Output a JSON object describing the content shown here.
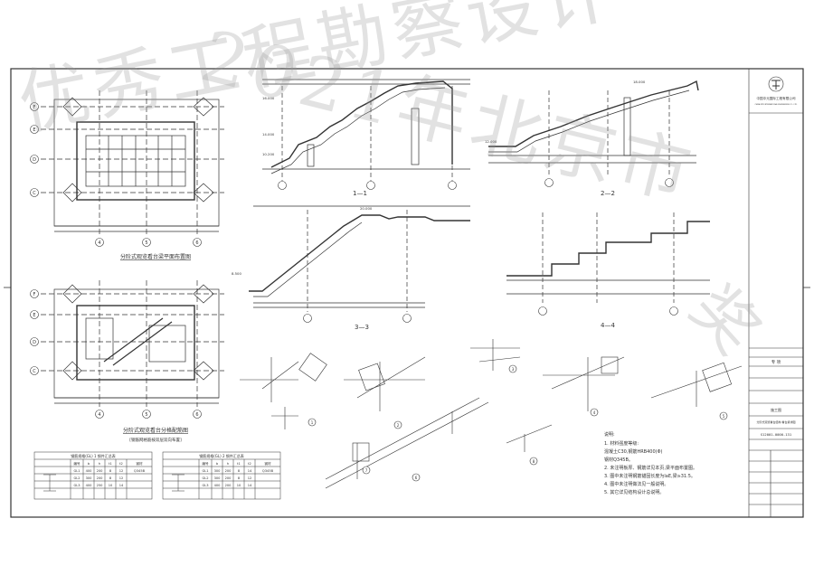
{
  "watermark": {
    "line1": "优秀工程勘察设计",
    "line2": "2021年北京市",
    "line3": "奖"
  },
  "colors": {
    "ink": "#333333",
    "paper": "#ffffff"
  },
  "plans": {
    "plan1_title": "分阶式观览看台梁平面布置图",
    "plan2_title": "分阶式观览看台分格配筋图",
    "plan2_note": "[钢筋网格筋按双层双向布置]",
    "axis_letters": [
      "F",
      "E",
      "D",
      "C"
    ],
    "axis_numbers": [
      "4",
      "5",
      "6"
    ]
  },
  "sections": {
    "s11": "1—1",
    "s22": "2—2",
    "s33": "3—3",
    "s44": "4—4",
    "elev_labels": [
      "16.000",
      "18.000",
      "20.000",
      "14.000",
      "12.000",
      "10.200",
      "8.500"
    ]
  },
  "detail_labels": [
    "1",
    "2",
    "3",
    "4",
    "5",
    "6",
    "7",
    "8"
  ],
  "tables": {
    "t1_title": "钢筋规格(GL) 1 钢件汇总表",
    "t2_title": "钢筋规格(GL) 2 钢件汇总表",
    "headers": [
      "编号",
      "b",
      "h",
      "t1",
      "t2",
      "钢材"
    ],
    "t1_rows": [
      [
        "GL1",
        "400",
        "200",
        "8",
        "12",
        "Q345B"
      ],
      [
        "GL2",
        "300",
        "200",
        "8",
        "12",
        ""
      ],
      [
        "GL3",
        "400",
        "250",
        "10",
        "14",
        ""
      ]
    ],
    "t2_rows": [
      [
        "GL1",
        "300",
        "200",
        "8",
        "14",
        "Q345B"
      ],
      [
        "GL2",
        "300",
        "200",
        "8",
        "12",
        ""
      ],
      [
        "GL3",
        "400",
        "200",
        "10",
        "14",
        ""
      ]
    ]
  },
  "notes": {
    "heading": "说明:",
    "lines": [
      "1. 材料强度等级:",
      "    混凝土C30,钢筋HRB400(Φ)",
      "    钢材Q345B。",
      "2. 未注明板厚、钢筋详见本页,梁平面布置图。",
      "3. 图中未注明钢筋锚固长度为laE,梁≥31.5。",
      "4. 图中未注明做法见一般说明。",
      "5. 其它详见结构设计总说明。"
    ]
  },
  "title_block": {
    "company_cn": "中国中元国际工程有限公司",
    "company_en": "CHINA IPPR INTERNATIONAL ENGINEERING CO., LTD.",
    "seal": "专 项",
    "drawing_no": "S12001-0000-131",
    "drawing_name": "分阶式观览看台结构 看台梁详图",
    "stage": "施工图"
  }
}
